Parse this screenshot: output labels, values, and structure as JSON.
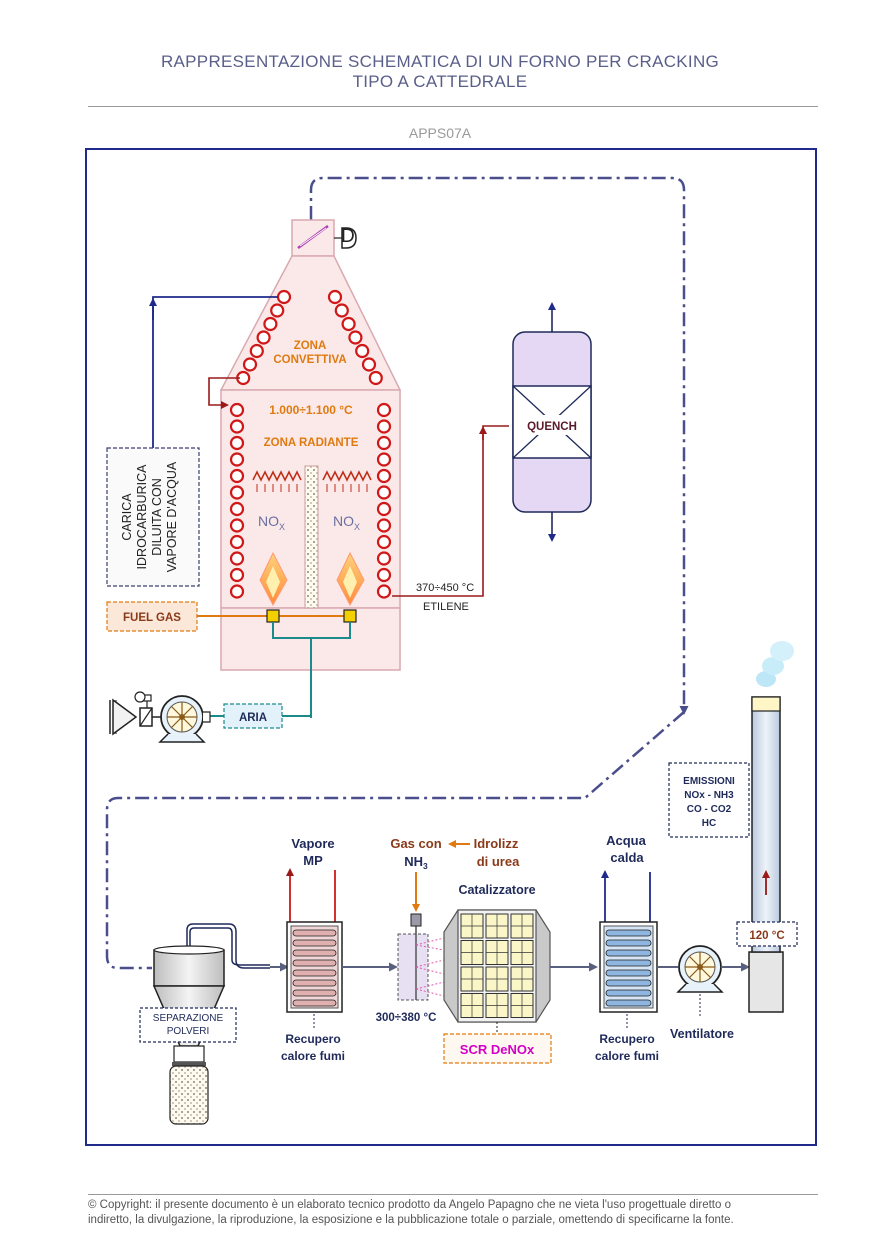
{
  "header": {
    "title_line1": "RAPPRESENTAZIONE SCHEMATICA DI UN FORNO PER CRACKING",
    "title_line2": "TIPO A CATTEDRALE",
    "code": "APPS07A"
  },
  "furnace": {
    "damper_label": "D",
    "zona_convettiva": [
      "ZONA",
      "CONVETTIVA"
    ],
    "temp_radiant": "1.000÷1.100 °C",
    "zona_radiante": "ZONA RADIANTE",
    "nox_main": "NO",
    "nox_sub": "X",
    "outlet_temp": "370÷450 °C",
    "outlet_product": "ETILENE"
  },
  "feed": {
    "label_lines": [
      "CARICA",
      "IDROCARBURICA",
      "DILUITA CON",
      "VAPORE D'ACQUA"
    ]
  },
  "fuel_gas": "FUEL GAS",
  "aria": "ARIA",
  "quench": "QUENCH",
  "treatment": {
    "separazione": [
      "SEPARAZIONE",
      "POLVERI"
    ],
    "vapore": [
      "Vapore",
      "MP"
    ],
    "recupero1": [
      "Recupero",
      "calore fumi"
    ],
    "gas_con": "Gas con",
    "nh3_main": "NH",
    "nh3_sub": "3",
    "idrolizz": [
      "Idrolizz",
      "di urea"
    ],
    "catalizzatore": "Catalizzatore",
    "scr_temp": "300÷380 °C",
    "scr_label": "SCR DeNOx",
    "acqua": [
      "Acqua",
      "calda"
    ],
    "recupero2": [
      "Recupero",
      "calore fumi"
    ],
    "ventilatore": "Ventilatore",
    "emissioni": [
      "EMISSIONI",
      "NOx - NH3",
      "CO - CO2",
      "HC"
    ],
    "stack_temp": "120 °C"
  },
  "footer": {
    "copyright_line1": "© Copyright: il presente documento è un elaborato tecnico prodotto da Angelo Papagno che ne vieta l'uso progettuale diretto o",
    "copyright_line2": "indiretto, la divulgazione, la riproduzione, la esposizione e la pubblicazione totale o parziale, omettendo di specificarne la fonte."
  },
  "colors": {
    "frame": "#1f2a8a",
    "tubes": "#d01818",
    "furnace_fill": "#fbe9ea",
    "furnace_stroke": "#d9a9b0",
    "orange_text": "#e07a10",
    "flue_dash": "#4a4e8c",
    "teal_air": "#1a8a8a",
    "quench_fill": "#e4d8f4",
    "scr_magenta": "#d400c8"
  }
}
